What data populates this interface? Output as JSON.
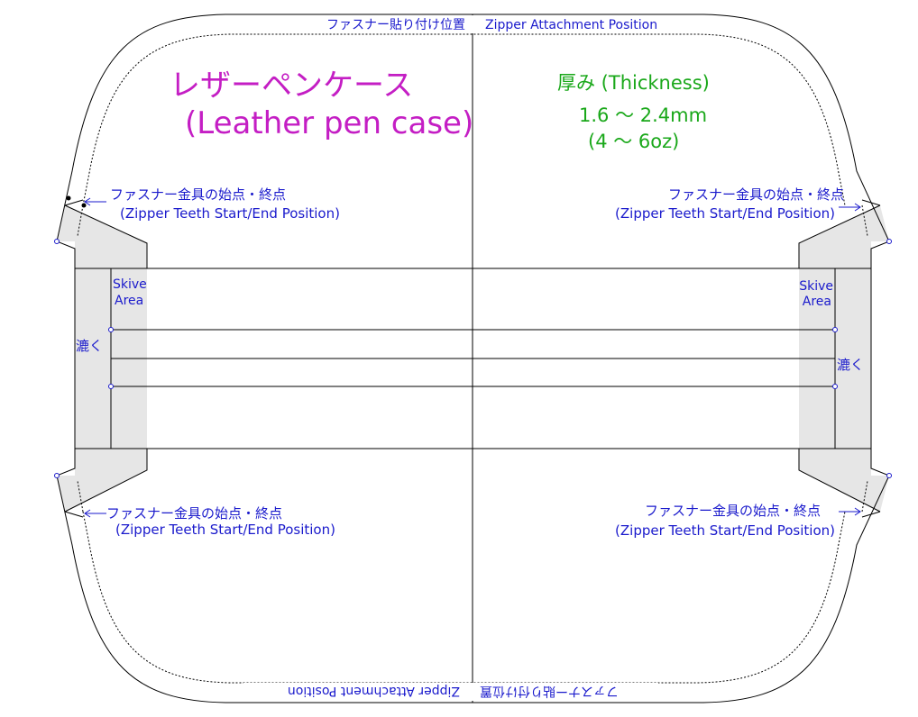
{
  "title": {
    "japanese": "レザーペンケース",
    "english": "(Leather pen case)"
  },
  "thickness": {
    "heading": "厚み (Thickness)",
    "range_mm": "1.6 ～ 2.4mm",
    "range_oz": "(4 ～ 6oz)"
  },
  "zipper_attachment": {
    "japanese": "ファスナー貼り付け位置",
    "english": "Zipper Attachment Position"
  },
  "zipper_teeth": {
    "japanese": "ファスナー金具の始点・終点",
    "english": "(Zipper Teeth Start/End Position)"
  },
  "skive": {
    "line1": "Skive",
    "line2": "Area",
    "japanese": "漉く"
  },
  "colors": {
    "title": "#c41ec4",
    "thickness": "#1aa81a",
    "labels": "#1a1acc",
    "skive_fill": "#e6e6e6",
    "lines": "#000000"
  }
}
